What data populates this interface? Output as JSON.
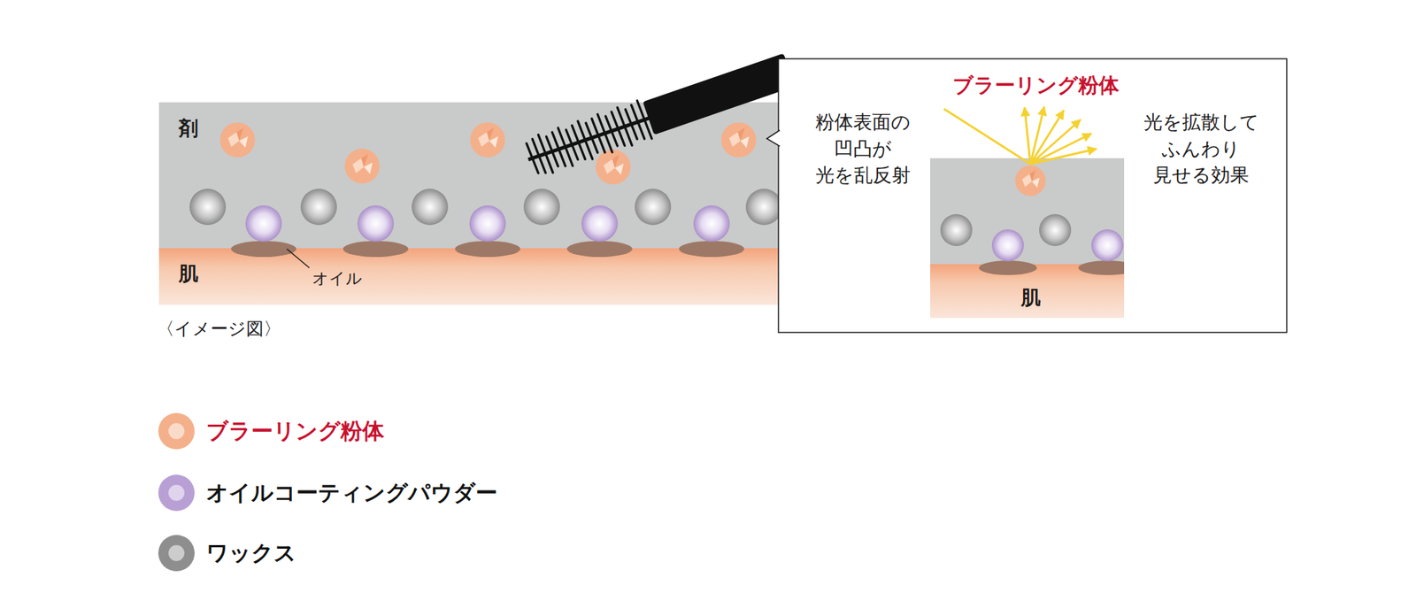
{
  "diagram": {
    "caption": "〈イメージ図〉",
    "nodes": [
      {
        "text": [
          "剤"
        ]
      },
      {
        "text": [
          "肌"
        ]
      },
      {
        "text": [
          "ブラーリング粉体",
          "粉体表面の 凹凸が 光を乱反射",
          "光を拡散して ふんわり 見せる効果"
        ]
      },
      {
        "text": [
          "肌"
        ],
        "in": 2
      }
    ],
    "labels": [
      "オイル"
    ],
    "legend": [
      {
        "text": "ブラーリング粉体",
        "color": "#f4b08a"
      },
      {
        "text": "オイルコーティングパウダー",
        "color": "#b9a0d4"
      },
      {
        "text": "ワックス",
        "color": "#8e8e8e"
      }
    ]
  }
}
